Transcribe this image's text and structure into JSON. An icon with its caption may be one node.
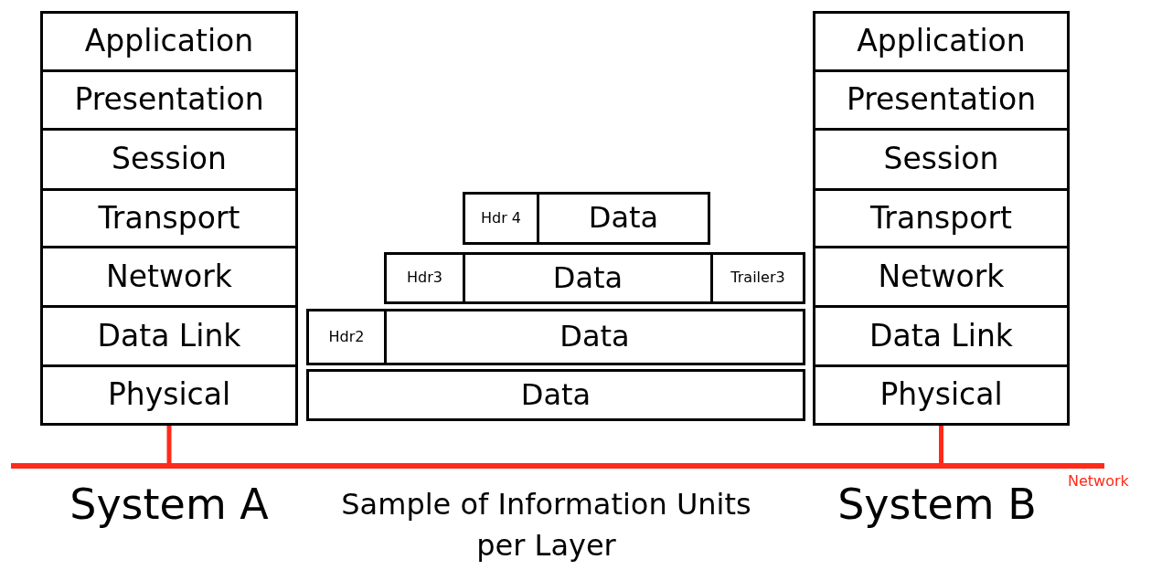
{
  "diagram": {
    "nodes": [
      {
        "text": [
          "Application"
        ]
      },
      {
        "text": [
          "Presentation"
        ]
      },
      {
        "text": [
          "Session"
        ]
      },
      {
        "text": [
          "Transport"
        ]
      },
      {
        "text": [
          "Network"
        ]
      },
      {
        "text": [
          "Data Link"
        ]
      },
      {
        "text": [
          "Physical"
        ]
      },
      {
        "text": [
          "Hdr 4"
        ]
      },
      {
        "text": [
          "Data"
        ]
      },
      {
        "text": [
          "Hdr3"
        ]
      },
      {
        "text": [
          "Data"
        ]
      },
      {
        "text": [
          "Trailer3"
        ]
      },
      {
        "text": [
          "Hdr2"
        ]
      },
      {
        "text": [
          "Data"
        ]
      },
      {
        "text": [
          "Data"
        ]
      },
      {
        "text": [
          "Application"
        ]
      },
      {
        "text": [
          "Presentation"
        ]
      },
      {
        "text": [
          "Session"
        ]
      },
      {
        "text": [
          "Transport"
        ]
      },
      {
        "text": [
          "Network"
        ]
      },
      {
        "text": [
          "Data Link"
        ]
      },
      {
        "text": [
          "Physical"
        ]
      },
      {
        "text": [],
        "shape": "bar",
        "beside": [
          "Network"
        ]
      }
    ],
    "edges": [
      {
        "from": 6,
        "to": 22,
        "arrow": "none"
      },
      {
        "from": 21,
        "to": 22,
        "arrow": "none"
      }
    ],
    "labels": [
      "System A",
      "Sample of Information Units per Layer",
      "System B"
    ]
  }
}
